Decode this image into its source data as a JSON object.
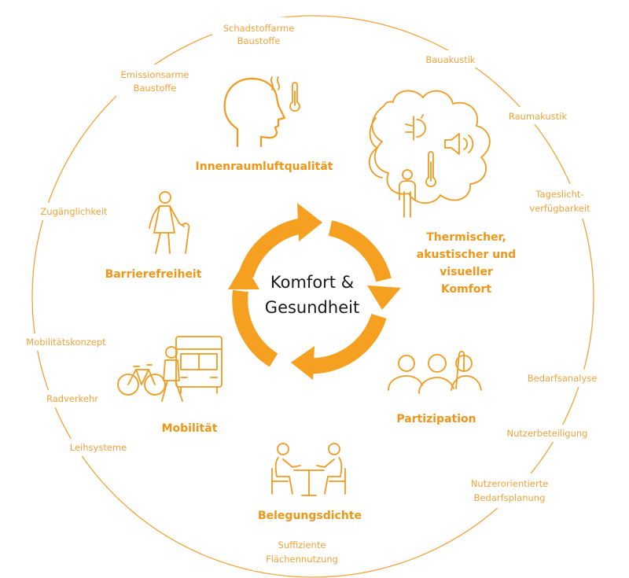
{
  "colors": {
    "accent": "#f19a1f",
    "arrows": "#f5a020",
    "ring": "#f2a23a",
    "text_dark": "#1a1a1a"
  },
  "center": {
    "line1": "Komfort &",
    "line2": "Gesundheit"
  },
  "themes": {
    "innenraum": "Innenraumluftqualität",
    "thermisch": [
      "Thermischer,",
      "akustischer und",
      "visueller",
      "Komfort"
    ],
    "barriere": "Barrierefreiheit",
    "mobilitaet": "Mobilität",
    "partizipation": "Partizipation",
    "belegung": "Belegungsdichte"
  },
  "outer": {
    "schadstoff": [
      "Schadstoffarme",
      "Baustoffe"
    ],
    "emission": [
      "Emissionsarme",
      "Baustoffe"
    ],
    "bauakustik": "Bauakustik",
    "raumakustik": "Raumakustik",
    "tageslicht": [
      "Tageslicht-",
      "verfügbarkeit"
    ],
    "zugaenglichkeit": "Zugänglichkeit",
    "mobilitaetskonzept": "Mobilitätskonzept",
    "radverkehr": "Radverkehr",
    "leihsysteme": "Leihsysteme",
    "bedarfsanalyse": "Bedarfsanalyse",
    "nutzerbeteiligung": "Nutzerbeteiligung",
    "nutzerorientiert": [
      "Nutzerorientierte",
      "Bedarfsplanung"
    ],
    "suffizient": [
      "Suffiziente",
      "Flächennutzung"
    ]
  },
  "icons": {
    "head": "head-thermometer-icon",
    "comfort": "person-sound-light-thermometer-icon",
    "elderly": "elderly-person-cane-icon",
    "mobility": "bicycle-person-bus-icon",
    "participation": "people-group-raised-hand-icon",
    "occupancy": "people-at-table-icon"
  }
}
